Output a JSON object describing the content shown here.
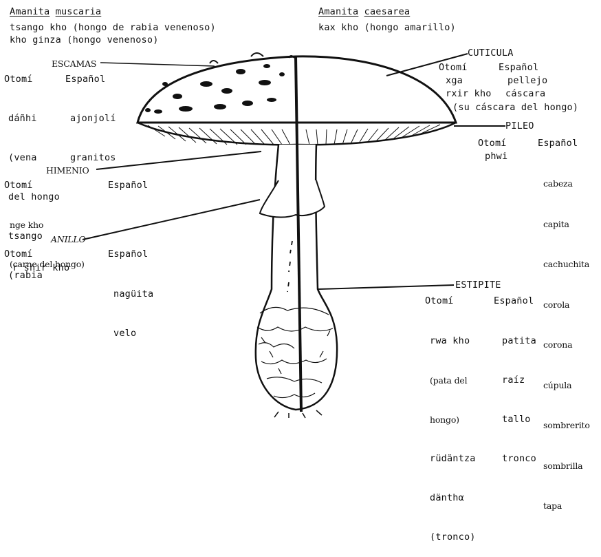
{
  "muscaria": {
    "genus": "Amanita",
    "species": "muscaria",
    "line1": "tsango kho (hongo de rabia venenoso)",
    "line2": "kho ginza (hongo venenoso)"
  },
  "caesarea": {
    "genus": "Amanita",
    "species": "caesarea",
    "line1": "kax kho (hongo amarillo)"
  },
  "escamas": {
    "label": "ESCAMAS",
    "otomi_header": "Otomí",
    "espanol_header": "Español",
    "otomi": [
      "dáñhi",
      "(vena",
      "del hongo",
      "tsango",
      "(rabia"
    ],
    "espanol": [
      "ajonjolí",
      "granitos"
    ]
  },
  "cuticula": {
    "label": "CUTICULA",
    "otomi_header": "Otomí",
    "espanol_header": "Español",
    "row1_otomi": "xga",
    "row1_espanol": "pellejo",
    "row2_otomi": "rxir kho",
    "row2_espanol": "cáscara",
    "row3": "(su cáscara del hongo)"
  },
  "pileo": {
    "label": "PILEO",
    "otomi_header": "Otomí",
    "espanol_header": "Español",
    "otomi": [
      "phwi"
    ],
    "espanol": [
      "cabeza",
      "capita",
      "cachuchita",
      "corola",
      "corona",
      "cúpula",
      "sombrerito",
      "sombrilla",
      "tapa"
    ]
  },
  "himenio": {
    "label": "HIMENIO",
    "otomi_header": "Otomí",
    "espanol_header": "Español",
    "otomi": [
      "nge kho",
      "(carne del hongo)"
    ]
  },
  "anillo": {
    "label": "ANILLO",
    "otomi_header": "Otomí",
    "espanol_header": "Español",
    "otomi": [
      "r'shir kho"
    ],
    "espanol": [
      "nagüita",
      "velo"
    ]
  },
  "estipite": {
    "label": "ESTIPITE",
    "otomi_header": "Otomí",
    "espanol_header": "Español",
    "otomi": [
      "rwa kho",
      "(pata del",
      "hongo)",
      "rüdäntza",
      "dänthα",
      "(tronco)"
    ],
    "espanol": [
      "patita",
      "raíz",
      "tallo",
      "tronco"
    ]
  }
}
